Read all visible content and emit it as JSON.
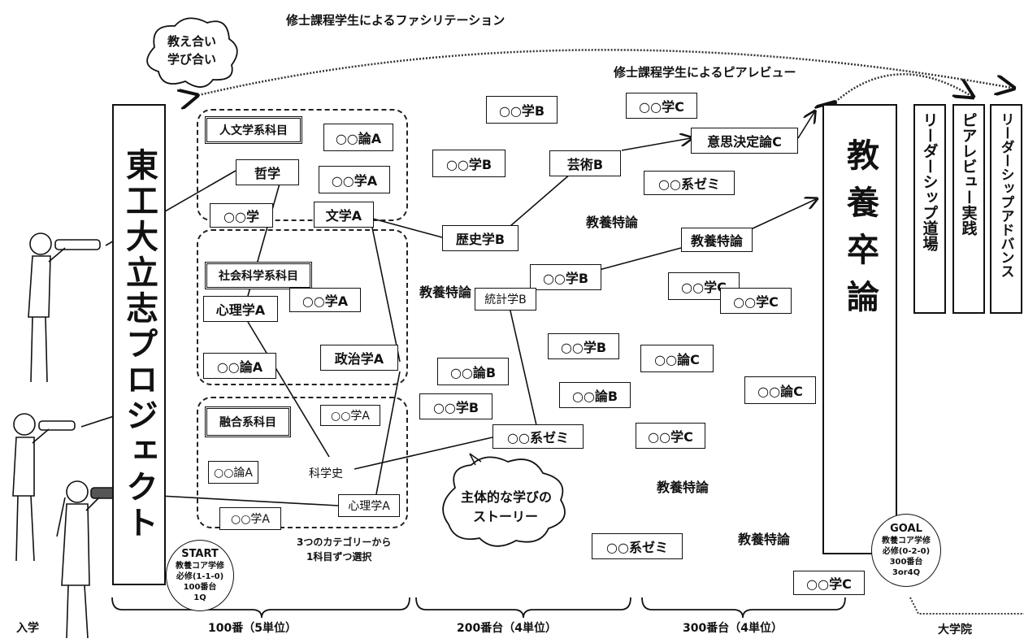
{
  "top_labels": {
    "facilitation": "修士課程学生によるファシリテーション",
    "peer_review": "修士課程学生によるピアレビュー"
  },
  "cloud_top": [
    "教え合い",
    "学び合い"
  ],
  "cloud_center": [
    "主体的な学びの",
    "ストーリー"
  ],
  "main_project": "東工大立志プロジェクト",
  "capstone": "教養卒論",
  "right_columns": [
    "リーダーシップ道場",
    "ピアレビュー実践",
    "リーダーシップアドバンス"
  ],
  "categories": {
    "humanities": "人文学系科目",
    "social": "社会科学系科目",
    "fusion": "融合系科目"
  },
  "courses": {
    "h_ron_a": "○○論A",
    "h_philosophy": "哲学",
    "h_gaku_a": "○○学A",
    "h_gaku": "○○学",
    "h_literature_a": "文学A",
    "s_gaku_a": "○○学A",
    "s_psychology_a": "心理学A",
    "s_ron_a": "○○論A",
    "s_politics_a": "政治学A",
    "f_gaku_a": "○○学A",
    "f_ron_a": "○○論A",
    "f_history_sci": "科学史",
    "f_psychology_a": "心理学A",
    "f_gaku_a2": "○○学A",
    "m_gaku_b1": "○○学B",
    "m_gaku_b2": "○○学B",
    "m_art_b": "芸術B",
    "m_history_b": "歴史学B",
    "m_kyoyo_tokuron1": "教養特論",
    "m_gaku_b3": "○○学B",
    "m_kyoyo_tokuron2": "教養特論",
    "m_statistics_b": "統計学B",
    "m_gaku_b4": "○○学B",
    "m_ron_b1": "○○論B",
    "m_ron_b2": "○○論B",
    "m_gaku_b5": "○○学B",
    "m_seminar1": "○○系ゼミ",
    "r_gaku_c1": "○○学C",
    "r_decision_c": "意思決定論C",
    "r_seminar": "○○系ゼミ",
    "r_kyoyo_tokuron1": "教養特論",
    "r_gaku_c2": "○○学C",
    "r_gaku_c3": "○○学C",
    "r_ron_c1": "○○論C",
    "r_ron_c2": "○○論C",
    "r_gaku_c4": "○○学C",
    "r_kyoyo_tokuron2": "教養特論",
    "r_kyoyo_tokuron3": "教養特論",
    "r_seminar2": "○○系ゼミ",
    "r_gaku_c5": "○○学C"
  },
  "note_select": [
    "3つのカテゴリーから",
    "1科目ずつ選択"
  ],
  "start": [
    "START",
    "教養コア学修",
    "必修(1-1-0)",
    "100番台",
    "1Q"
  ],
  "goal": [
    "GOAL",
    "教養コア学修",
    "必修(0-2-0)",
    "300番台",
    "3or4Q"
  ],
  "bottom": {
    "entry": "入学",
    "range_100": "100番（5単位）",
    "range_200": "200番台（4単位）",
    "range_300": "300番台（4単位）",
    "grad": "大学院"
  }
}
